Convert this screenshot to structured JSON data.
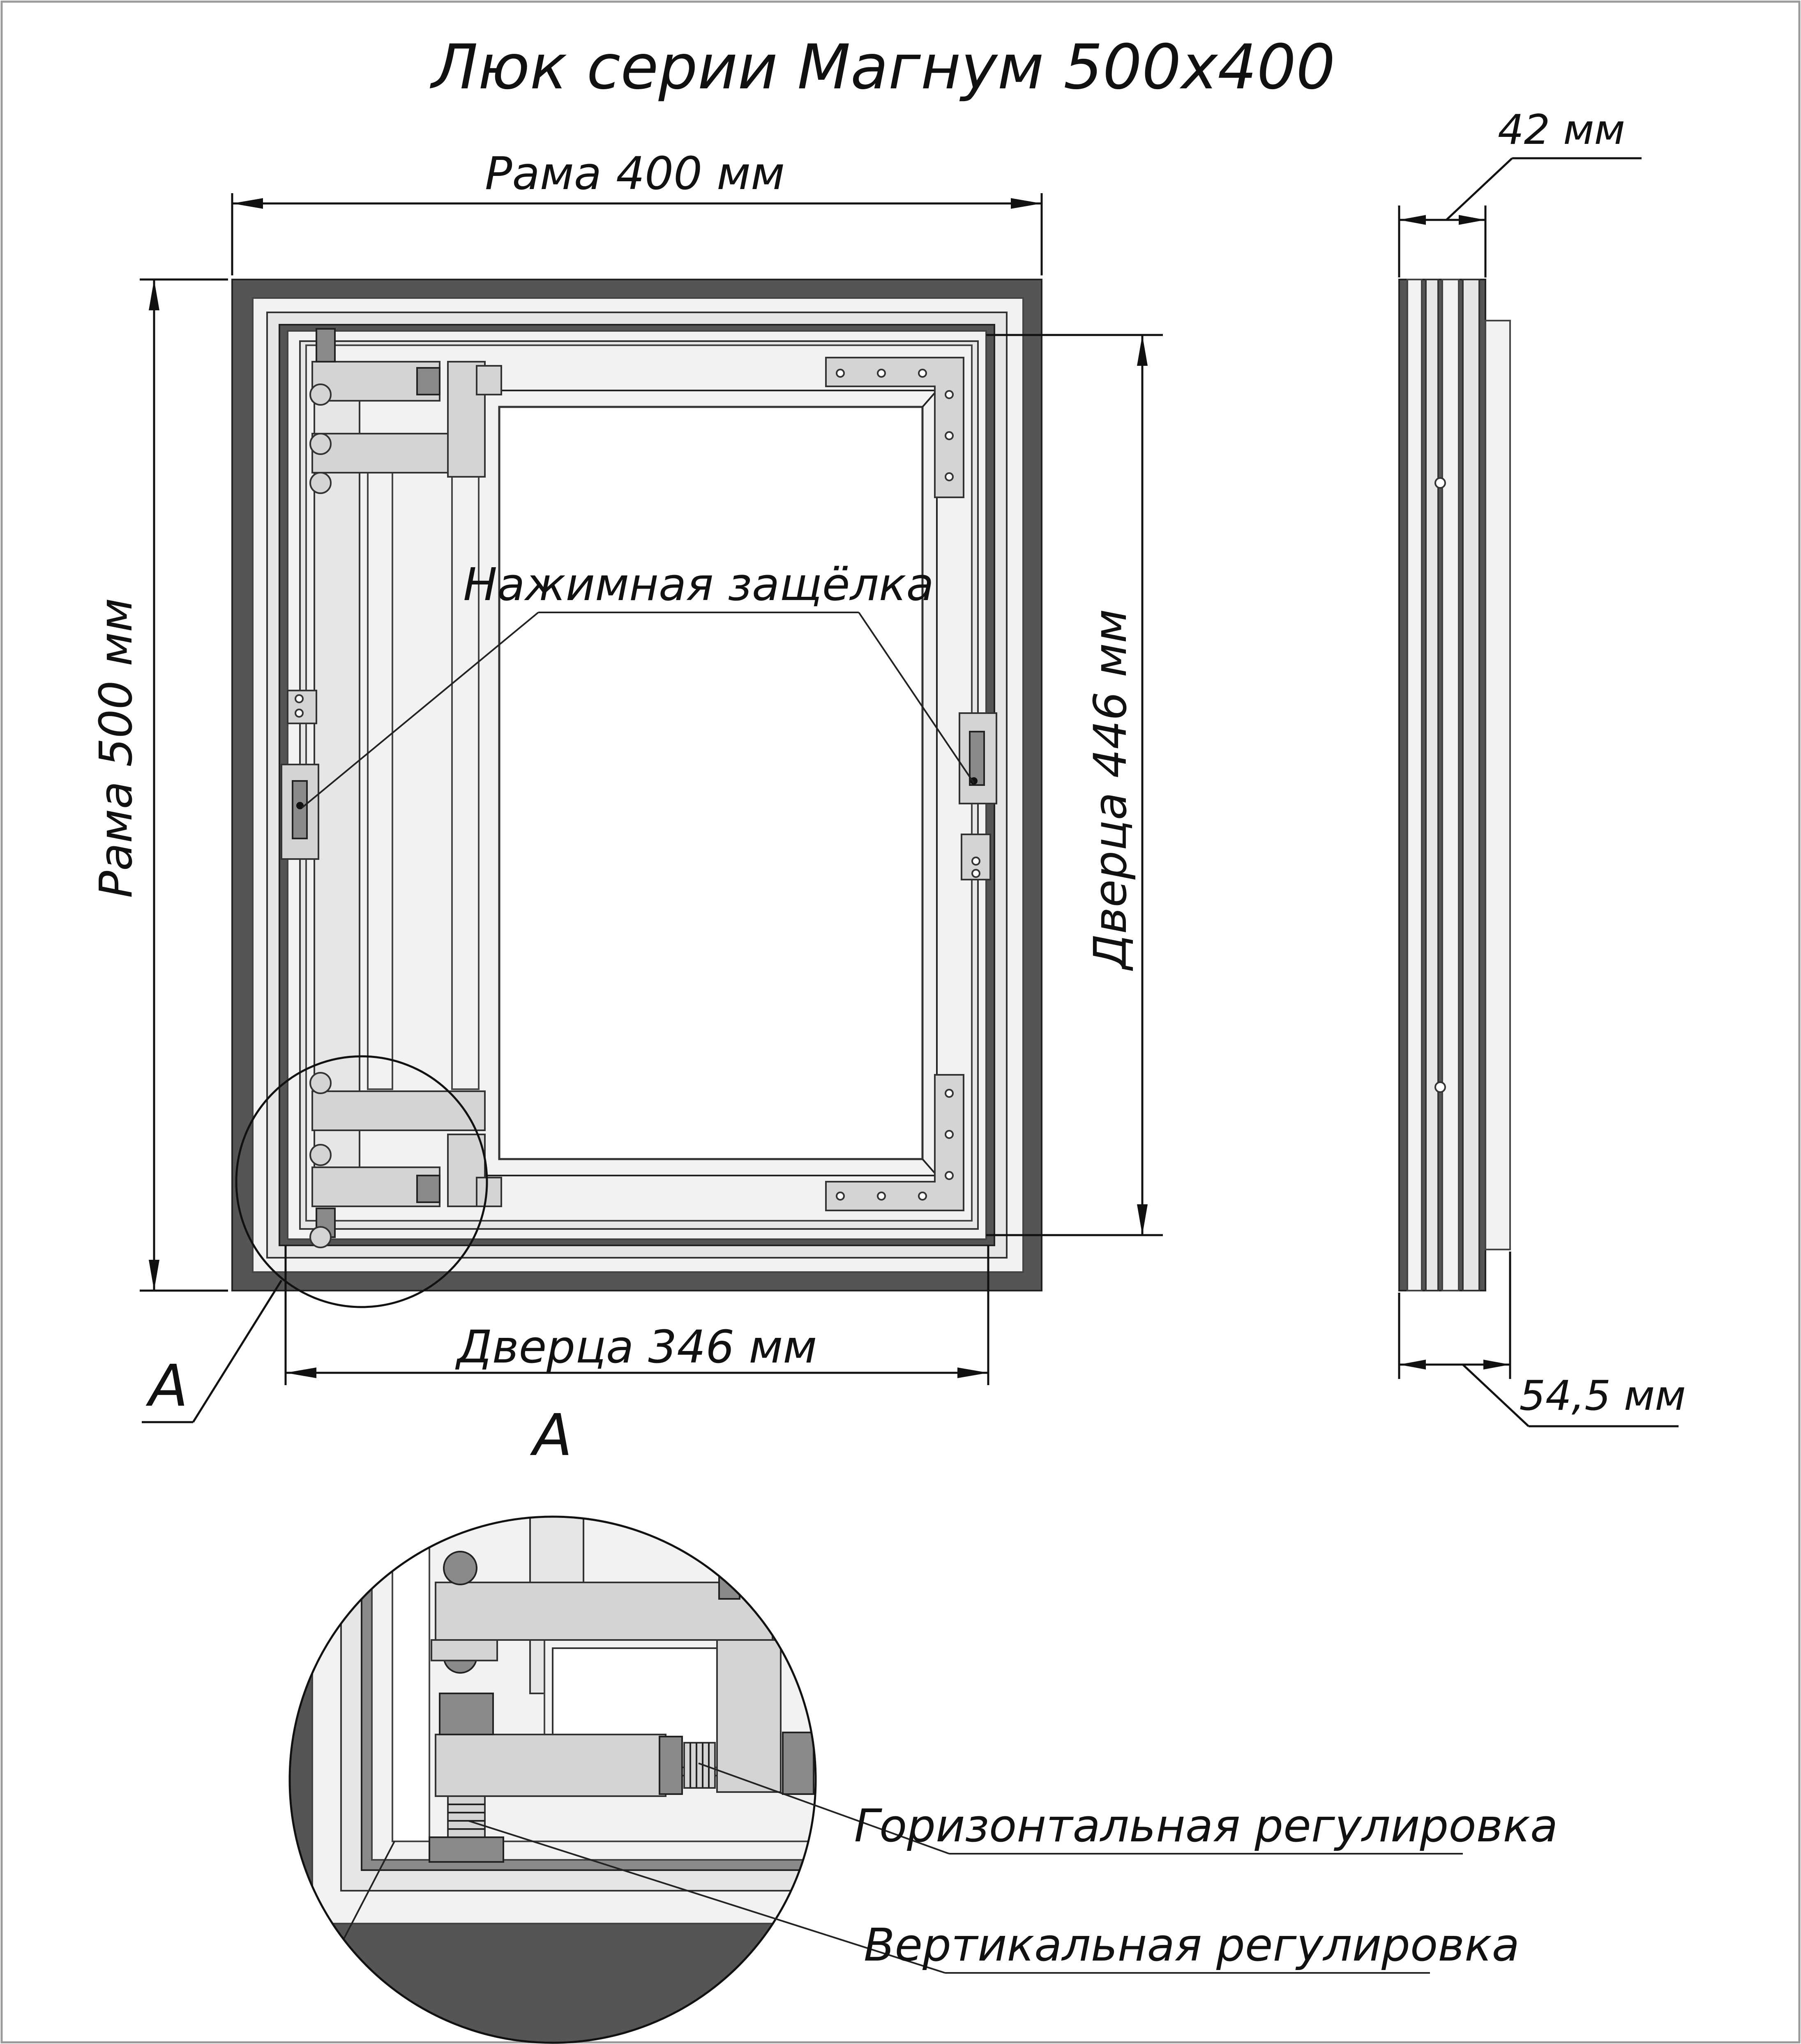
{
  "title": "Люк серии Магнум 500х400",
  "dimensions": {
    "frame_width": "Рама 400 мм",
    "frame_height": "Рама 500 мм",
    "door_height": "Дверца 446 мм",
    "door_width": "Дверца 346 мм",
    "depth_front": "42 мм",
    "depth_total": "54,5 мм"
  },
  "callouts": {
    "latch": "Нажимная защёлка",
    "detail_marker": "А",
    "detail_title": "А",
    "horizontal_adjust": "Горизонтальная регулировка",
    "vertical_adjust": "Вертикальная регулировка"
  }
}
